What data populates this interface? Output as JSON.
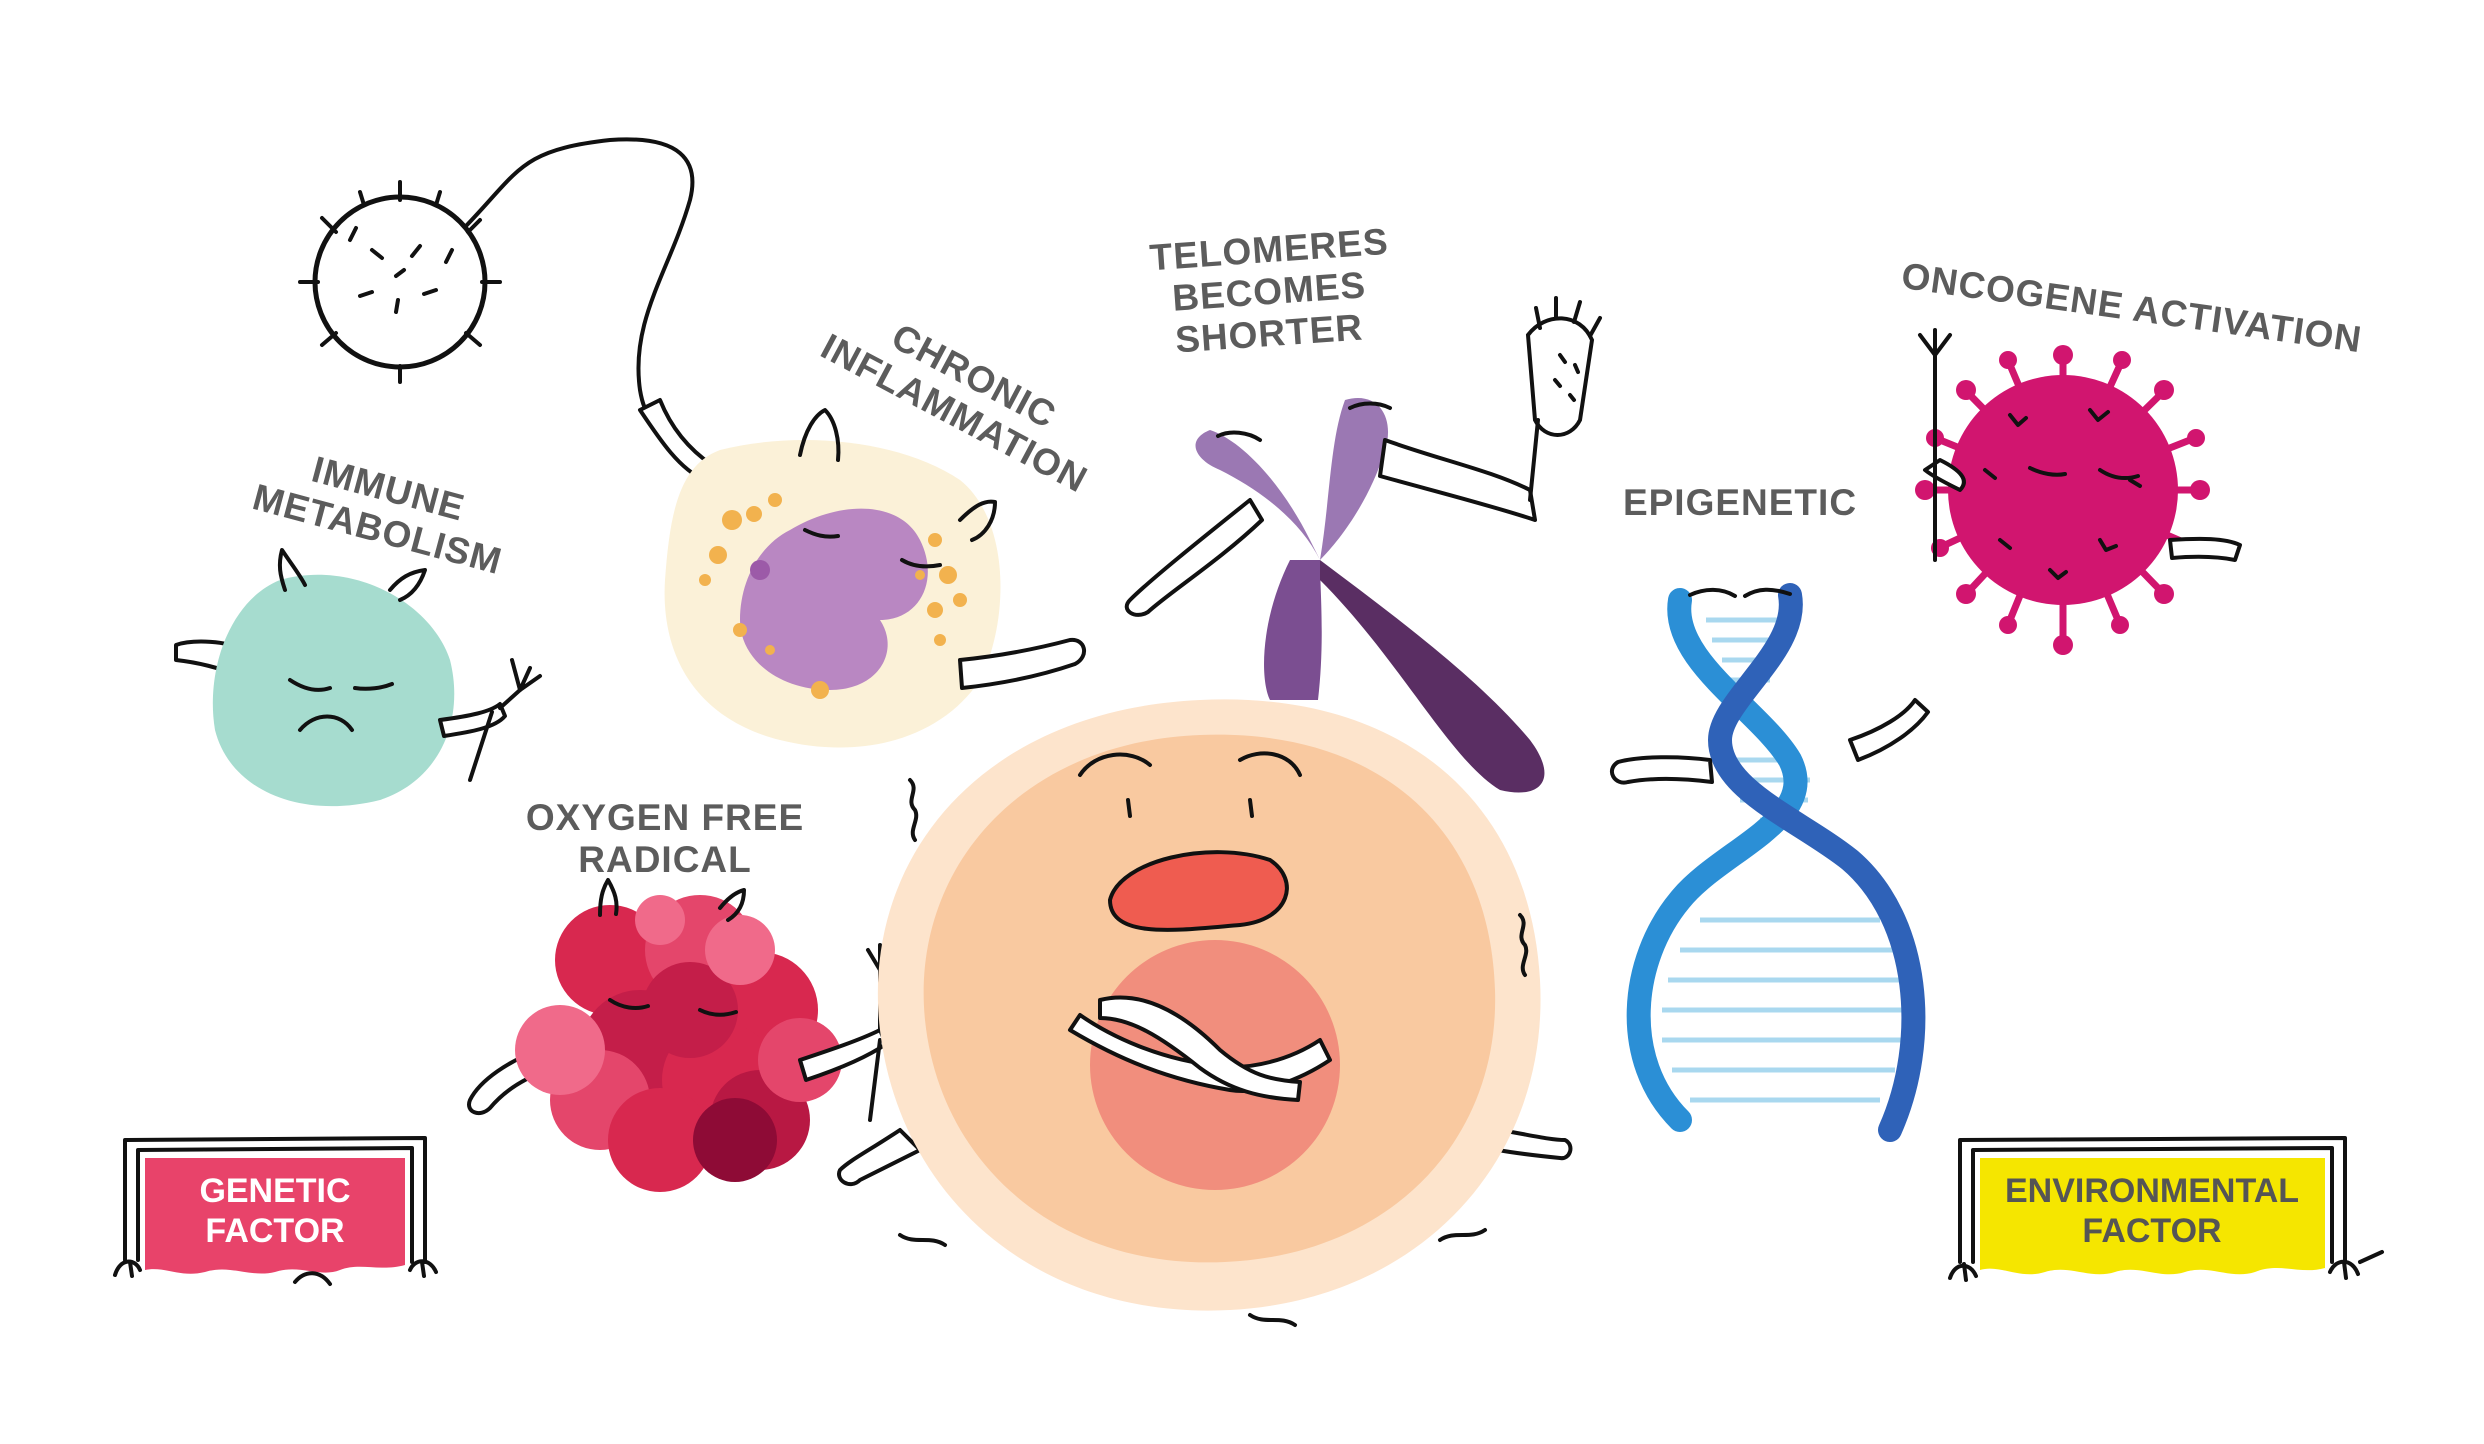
{
  "labels": {
    "immune_metabolism": [
      "IMMUNE",
      "METABOLISM"
    ],
    "chronic_inflammation": [
      "CHRONIC",
      "INFLAMMATION"
    ],
    "telomeres": [
      "TELOMERES",
      "BECOMES",
      "SHORTER"
    ],
    "oncogene": "ONCOGENE ACTIVATION",
    "epigenetic": "EPIGENETIC",
    "oxygen": [
      "OXYGEN FREE",
      "RADICAL"
    ]
  },
  "signs": {
    "genetic": [
      "GENETIC",
      "FACTOR"
    ],
    "environmental": [
      "ENVIRONMENTAL",
      "FACTOR"
    ]
  },
  "colors": {
    "label_text": "#5c5c5c",
    "genetic_sign": "#e8436a",
    "environmental_sign": "#f5e600",
    "central_cell": "#f9c9a0",
    "immune_cell": "#a6dccf",
    "inflammation_cell": "#fbf1d8",
    "chromosome_light": "#9b78b3",
    "chromosome_dark": "#5a2e63",
    "dna_blue": "#2f6fd0",
    "virus": "#d1156f",
    "radical": "#d8284f"
  }
}
